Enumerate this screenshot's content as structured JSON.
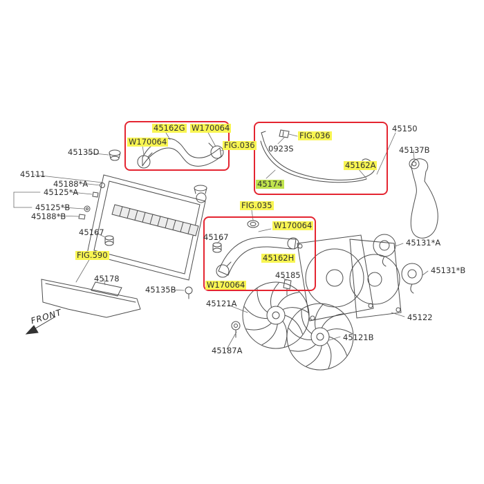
{
  "colors": {
    "highlight_yellow": "#f8f552",
    "highlight_green": "#bfe34d",
    "callout_red": "#e42430",
    "line": "#4c4c4c",
    "text": "#2f2f2f",
    "background": "#ffffff"
  },
  "front_marker": {
    "label": "FRONT"
  },
  "labels": [
    {
      "text": "45162G",
      "hl": "yellow"
    },
    {
      "text": "W170064",
      "hl": "yellow"
    },
    {
      "text": "W170064",
      "hl": "yellow"
    },
    {
      "text": "FIG.036",
      "hl": "yellow"
    },
    {
      "text": "FIG.036",
      "hl": "yellow"
    },
    {
      "text": "0923S",
      "hl": "none"
    },
    {
      "text": "45150",
      "hl": "none"
    },
    {
      "text": "45137B",
      "hl": "none"
    },
    {
      "text": "45162A",
      "hl": "yellow"
    },
    {
      "text": "45174",
      "hl": "green"
    },
    {
      "text": "45135D",
      "hl": "none"
    },
    {
      "text": "45111",
      "hl": "none"
    },
    {
      "text": "45188*A",
      "hl": "none"
    },
    {
      "text": "45125*A",
      "hl": "none"
    },
    {
      "text": "45125*B",
      "hl": "none"
    },
    {
      "text": "45188*B",
      "hl": "none"
    },
    {
      "text": "45167",
      "hl": "none"
    },
    {
      "text": "FIG.590",
      "hl": "yellow"
    },
    {
      "text": "45178",
      "hl": "none"
    },
    {
      "text": "45135B",
      "hl": "none"
    },
    {
      "text": "FIG.035",
      "hl": "yellow"
    },
    {
      "text": "W170064",
      "hl": "yellow"
    },
    {
      "text": "45167",
      "hl": "none"
    },
    {
      "text": "45162H",
      "hl": "yellow"
    },
    {
      "text": "45185",
      "hl": "none"
    },
    {
      "text": "W170064",
      "hl": "yellow"
    },
    {
      "text": "45121A",
      "hl": "none"
    },
    {
      "text": "45187A",
      "hl": "none"
    },
    {
      "text": "45121B",
      "hl": "none"
    },
    {
      "text": "45122",
      "hl": "none"
    },
    {
      "text": "45131*A",
      "hl": "none"
    },
    {
      "text": "45131*B",
      "hl": "none"
    }
  ]
}
